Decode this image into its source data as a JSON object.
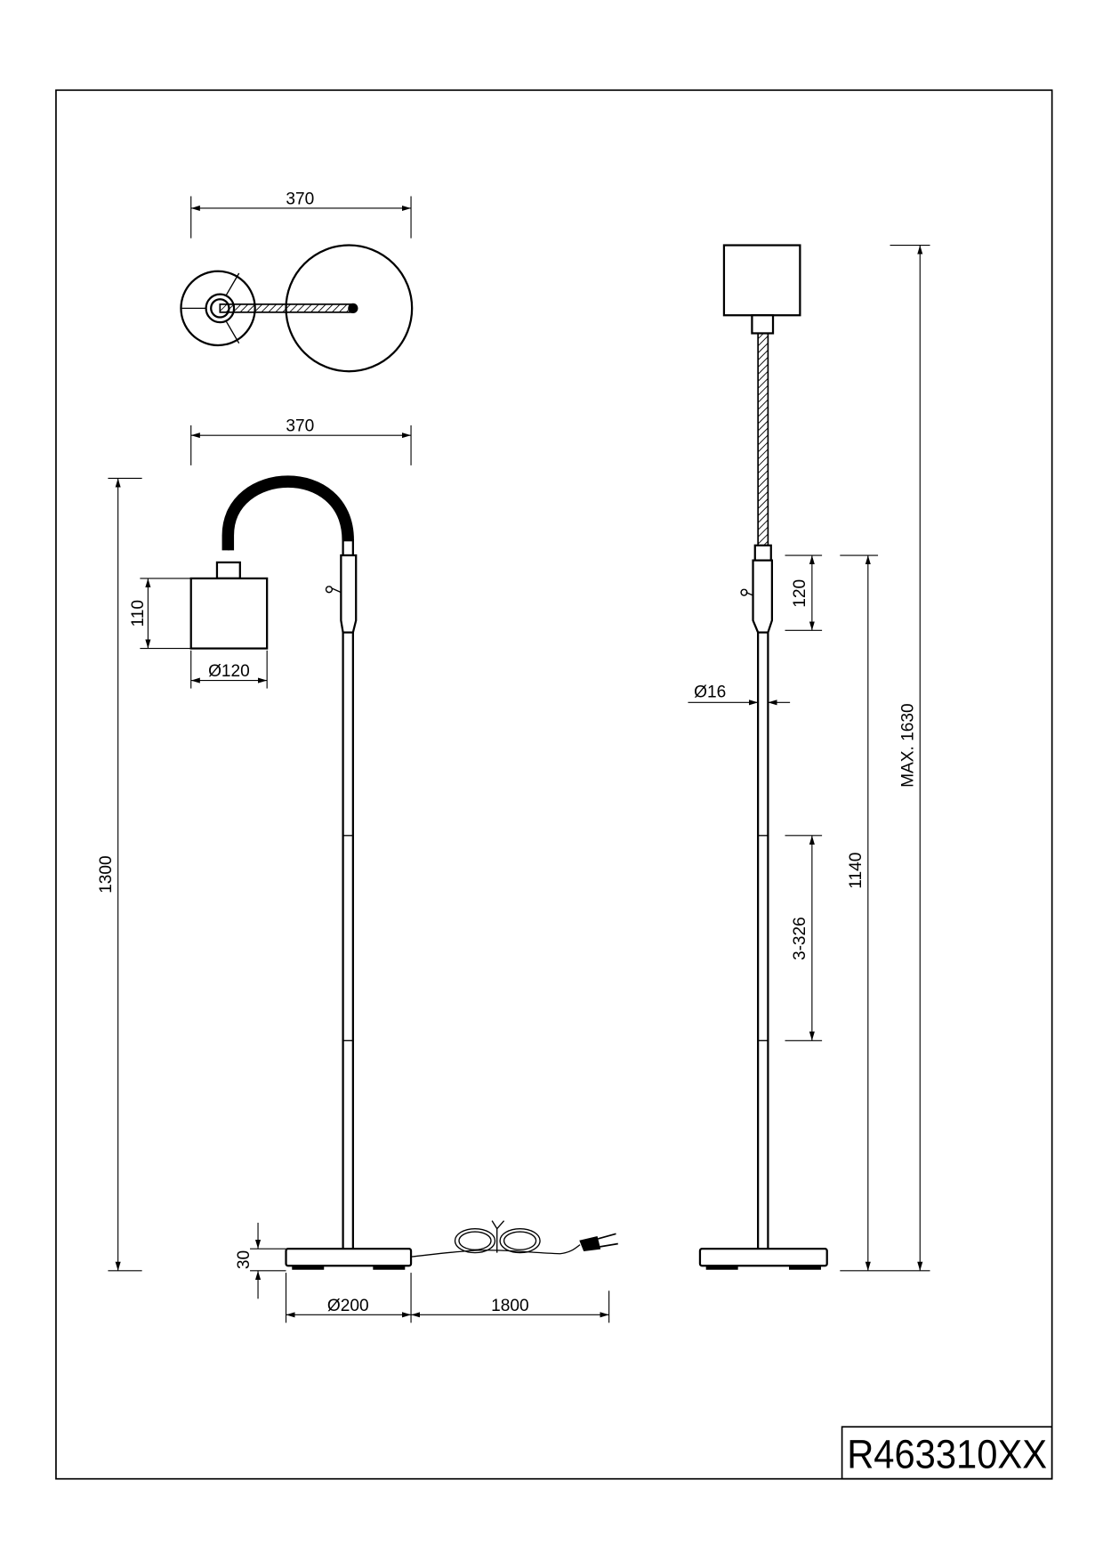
{
  "title_block": {
    "code": "R463310XX"
  },
  "dimensions": {
    "top_width": "370",
    "side_width": "370",
    "total_height": "1300",
    "shade_height": "110",
    "shade_diameter": "Ø120",
    "base_height": "30",
    "base_diameter": "Ø200",
    "cable_length": "1800",
    "pole_diameter": "Ø16",
    "switch_section": "120",
    "segment_range": "3-326",
    "pole_height": "1140",
    "max_height": "MAX. 1630"
  },
  "colors": {
    "line": "#000000",
    "background": "#ffffff"
  }
}
